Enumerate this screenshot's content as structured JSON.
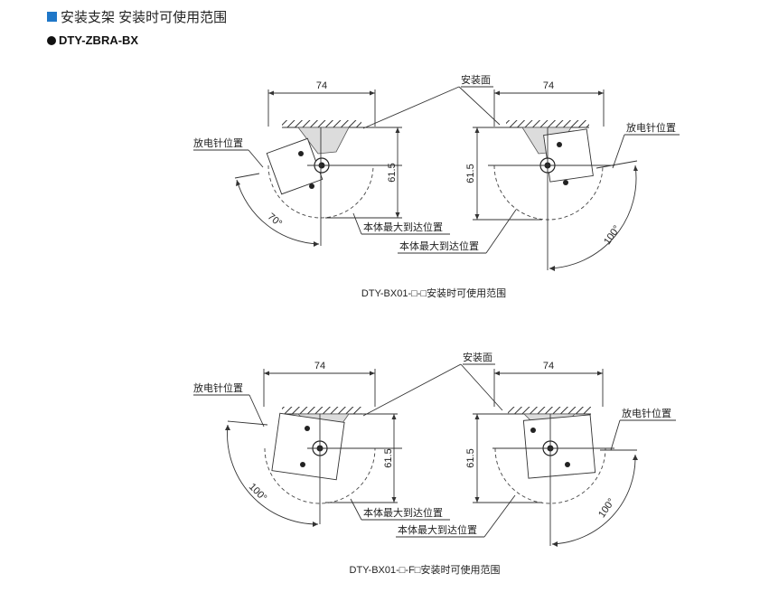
{
  "heading": {
    "title": "安装支架  安装时可使用范围",
    "accent_color": "#1f77c8"
  },
  "model": "DTY-ZBRA-BX",
  "labels": {
    "width": "74",
    "height": "61.5",
    "mount_surface": "安装面",
    "discharge_needle": "放电针位置",
    "max_reach": "本体最大到达位置",
    "angle_70": "70°",
    "angle_100": "100°"
  },
  "captions": {
    "top": "DTY-BX01-□-□安装时可使用范围",
    "bottom": "DTY-BX01-□-F□安装时可使用范围"
  },
  "icons": {
    "heading_marker": "blue-square-icon",
    "model_marker": "black-dot-icon"
  }
}
